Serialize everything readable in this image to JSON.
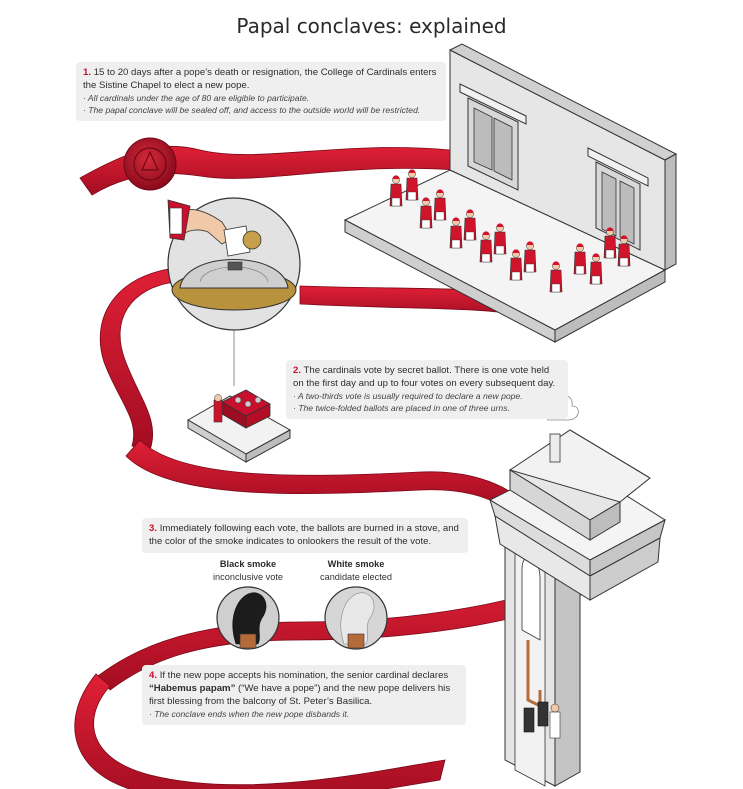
{
  "title": "Papal conclaves: explained",
  "steps": [
    {
      "num": "1.",
      "text": "15 to 20 days after a pope’s death or resignation, the College of Cardinals enters the Sistine Chapel to elect a new pope.",
      "notes": [
        "· All cardinals under the age of 80 are eligible to participate.",
        "· The papal conclave will be sealed off, and access to the outside world will be restricted."
      ]
    },
    {
      "num": "2.",
      "text": "The cardinals vote by secret ballot. There is one vote held on the first day and up to four votes on every subsequent day.",
      "notes": [
        "· A two-thirds vote is usually required to declare a new pope.",
        "· The twice-folded ballots are placed in one of three urns."
      ]
    },
    {
      "num": "3.",
      "text": "Immediately following each vote, the ballots are burned in a stove, and the color of the smoke indicates to onlookers the result of the vote.",
      "notes": []
    },
    {
      "num": "4.",
      "text_before": "If the new pope accepts his nomination, the senior cardinal declares ",
      "bold": "“Habemus papam”",
      "text_after": " (“We have a pope”) and the new pope delivers his first blessing from the balcony of St. Peter’s Basilica.",
      "notes": [
        "· The conclave ends when the new pope disbands it."
      ]
    }
  ],
  "smoke": {
    "black": {
      "heading": "Black smoke",
      "caption": "inconclusive vote",
      "color": "#1c1c1c"
    },
    "white": {
      "heading": "White smoke",
      "caption": "candidate elected",
      "color": "#e8e8e8"
    }
  },
  "colors": {
    "ribbon": "#c8102e",
    "ribbon_dark": "#8f0b1f",
    "cardinal_red": "#d0142c",
    "box_bg": "#efefef",
    "accent": "#c8102e"
  }
}
